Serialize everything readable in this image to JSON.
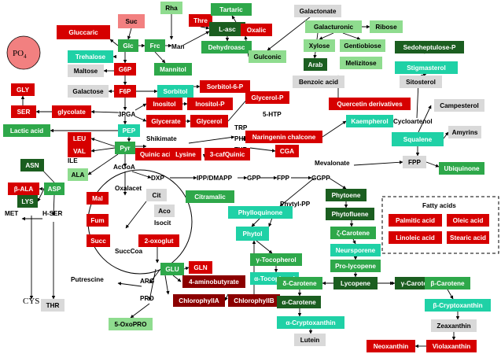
{
  "colors": {
    "red": "#d60000",
    "dark_red": "#8b0000",
    "pink": "#f28080",
    "dark_green": "#1b5e20",
    "green": "#2ea84a",
    "light_green": "#8fdc8f",
    "teal": "#1fd1a6",
    "gray": "#d9d9d9",
    "po4_fill": "#f28080"
  },
  "po4": {
    "main": "PO",
    "sub": "4"
  },
  "cys": "CYS",
  "legend_title": "Fatty acids",
  "labels": {
    "man": "Man",
    "3pga": "3PGA",
    "shikimate": "Shikimate",
    "trp": "TRP",
    "phe": "PHE",
    "tyr": "TYR",
    "ile": "ILE",
    "acgoa": "AcGoA",
    "dxp": "DXP",
    "ippdmapp": "IPP/DMAPP",
    "gpp": "GPP",
    "fpp_mid": "FPP",
    "ggpp": "GGPP",
    "phytylpp": "Phytyl-PP",
    "mevalonate": "Mevalonate",
    "oxalacet": "Oxalacet",
    "isocit": "Isocit",
    "succcoa": "SuccCoa",
    "met": "MET",
    "hser": "H-SER",
    "arg": "ARG",
    "pro": "PRO",
    "putrescine": "Putrescine",
    "cycloartenol": "Cycloartenol",
    "5htp": "5-HTP"
  },
  "nodes": {
    "suc": "Suc",
    "gluccaric": "Gluccaric",
    "glc": "Glc",
    "frc": "Frc",
    "trehalose": "Trehalose",
    "maltose": "Maltose",
    "g6p": "G6P",
    "galactose": "Galactose",
    "f6p": "F6P",
    "mannitol": "Mannitol",
    "sorbitol": "Sorbitol",
    "sorbitol6p": "Sorbitol-6-P",
    "rha": "Rha",
    "thre": "Thre",
    "tartaric": "Tartaric",
    "lasc": "L-asc",
    "oxalic": "Oxalic",
    "dehydroasc": "Dehydroasc",
    "gulconic": "Gulconic",
    "galactonate": "Galactonate",
    "galacturonic": "Galacturonic",
    "ribose": "Ribose",
    "xylose": "Xylose",
    "gentiobiose": "Gentiobiose",
    "arab": "Arab",
    "melizitose": "Melizitose",
    "sedoheptulose": "Sedoheptulose-P",
    "stigmasterol": "Stigmasterol",
    "sitosterol": "Sitosterol",
    "benzoic": "Benzoic acid",
    "gly": "GLY",
    "ser": "SER",
    "glycolate": "glycolate",
    "inositol": "Inositol",
    "inositolp": "Inositol-P",
    "glycerate": "Glycerate",
    "glycerol": "Glycerol",
    "glycerolp": "Glycerol-P",
    "quercetin": "Quercetin derivatives",
    "campesterol": "Campesterol",
    "lactic": "Lactic acid",
    "pep": "PEP",
    "kaempherol": "Kaempherol",
    "naringenin": "Naringenin chalcone",
    "leu": "LEU",
    "val": "VAL",
    "pyr": "Pyr",
    "quinic": "Quinic acid",
    "3cafquinic": "3-cafQuinic",
    "cga": "CGA",
    "squalene": "Squalene",
    "amyrins": "Amyrins",
    "ala": "ALA",
    "fpp": "FPP",
    "ubiquinone": "Ubiquinone",
    "asn": "ASN",
    "lysine": "Lysine",
    "betaala": "β-ALA",
    "asp": "ASP",
    "lys": "LYS",
    "cit": "Cit",
    "mal": "Mal",
    "aco": "Aco",
    "citramalic": "Citramalic",
    "fum": "Fum",
    "succ": "Succ",
    "2oxoglut": "2-oxoglut",
    "thr": "THR",
    "phytoene": "Phytoene",
    "phytofluene": "Phytofluene",
    "phylloquinone": "Phylloquinone",
    "phytol": "Phytol",
    "gtoco": "γ-Tocopherol",
    "zcarotene": "ζ-Carotene",
    "atoco": "α-Tocopherol",
    "neurosporene": "Neursporene",
    "prolycopene": "Pro-lycopene",
    "gln": "GLN",
    "glu": "GLU",
    "aminobutyrate": "4-aminobutyrate",
    "chlorophyllA": "ChlorophyllA",
    "chlorophyllB": "ChlorophyllB",
    "oxopro": "5-OxoPRO",
    "dcarotene": "δ-Carotene",
    "lycopene": "Lycopene",
    "gcarotene": "γ-Carotene",
    "bcarotene": "β-Carotene",
    "acarotene": "α-Carotene",
    "bcrypto": "β-Cryptoxanthin",
    "zeaxanthin": "Zeaxanthin",
    "acrypto": "α-Cryptoxanthin",
    "lutein": "Lutein",
    "neoxanthin": "Neoxanthin",
    "violaxanthin": "Violaxanthin",
    "palmitic": "Palmitic acid",
    "oleic": "Oleic acid",
    "linoleic": "Linoleic acid",
    "stearic": "Stearic acid"
  }
}
